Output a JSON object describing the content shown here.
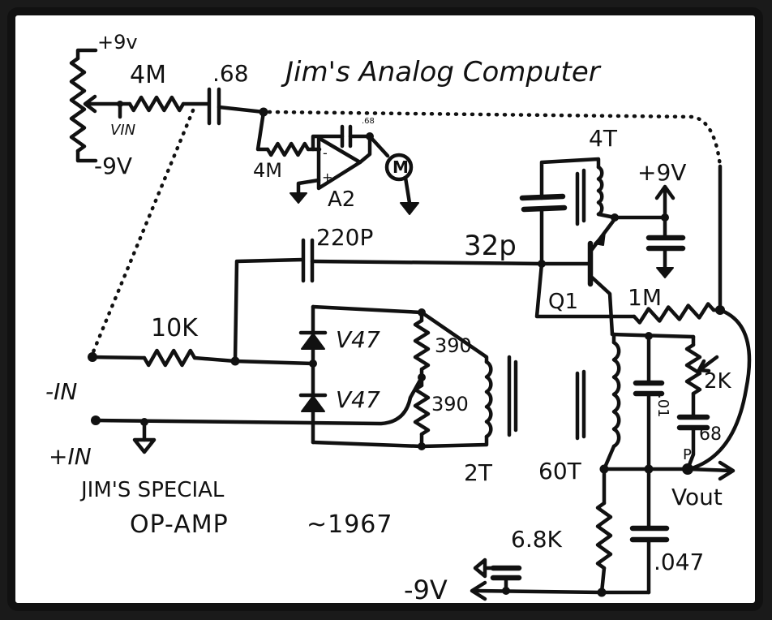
{
  "title": "Jim's Analog Computer",
  "caption": {
    "line1": "JIM'S SPECIAL",
    "line2": "OP-AMP",
    "year": "~1967"
  },
  "labels": {
    "pot_top": "+9v",
    "pot_bottom": "-9V",
    "r_input": "4M",
    "c_input": ".68",
    "vin": "VIN",
    "r_a2": "4M",
    "c_a2": ".68",
    "a2": "A2",
    "op_plus": "+",
    "op_minus": "-",
    "meter": "M",
    "t_4t": "4T",
    "supply_pos": "+9V",
    "c_220p": "220P",
    "c_32p": "32p",
    "q1": "Q1",
    "r_1m": "1M",
    "r_10k": "10K",
    "d1": "V47",
    "d2": "V47",
    "r_390a": "390",
    "r_390b": "390",
    "t_2t": "2T",
    "in_neg": "-IN",
    "in_pos": "+IN",
    "pot_2k": "2K",
    "c_01": ".01",
    "c_68": "68",
    "p": "P",
    "l_60t": "60T",
    "vout": "Vout",
    "r_68k": "6.8K",
    "c_047": ".047",
    "supply_neg": "-9V"
  },
  "colors": {
    "ink": "#111111",
    "paper": "#ffffff",
    "frame": "#1a1a1a"
  }
}
